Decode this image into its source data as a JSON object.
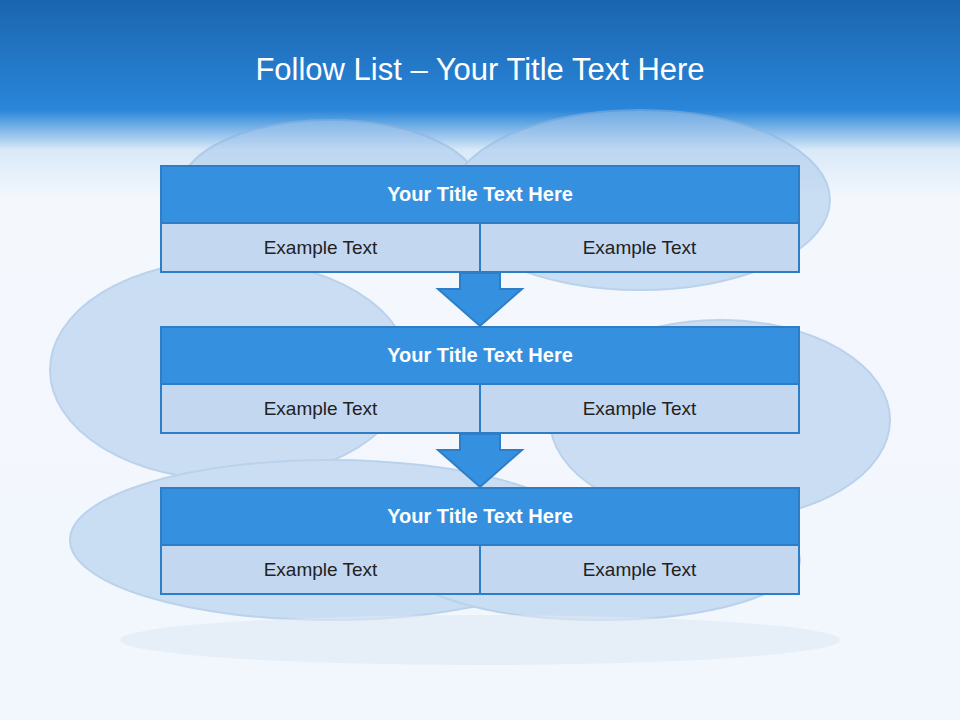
{
  "diagram": {
    "title": "Follow List  – Your Title Text Here",
    "nodes": [
      {
        "text": [
          "Your Title Text Here"
        ]
      },
      {
        "text": [
          "Example Text"
        ],
        "in": 0
      },
      {
        "text": [
          "Example Text"
        ],
        "in": 0
      },
      {
        "text": [
          "Your Title Text Here"
        ]
      },
      {
        "text": [
          "Example Text"
        ],
        "in": 3
      },
      {
        "text": [
          "Example Text"
        ],
        "in": 3
      },
      {
        "text": [
          "Your Title Text Here"
        ]
      },
      {
        "text": [
          "Example Text"
        ],
        "in": 6
      },
      {
        "text": [
          "Example Text"
        ],
        "in": 6
      }
    ],
    "edges": [
      {
        "from": 0,
        "to": 3,
        "arrow": "to"
      },
      {
        "from": 3,
        "to": 6,
        "arrow": "to"
      }
    ]
  }
}
